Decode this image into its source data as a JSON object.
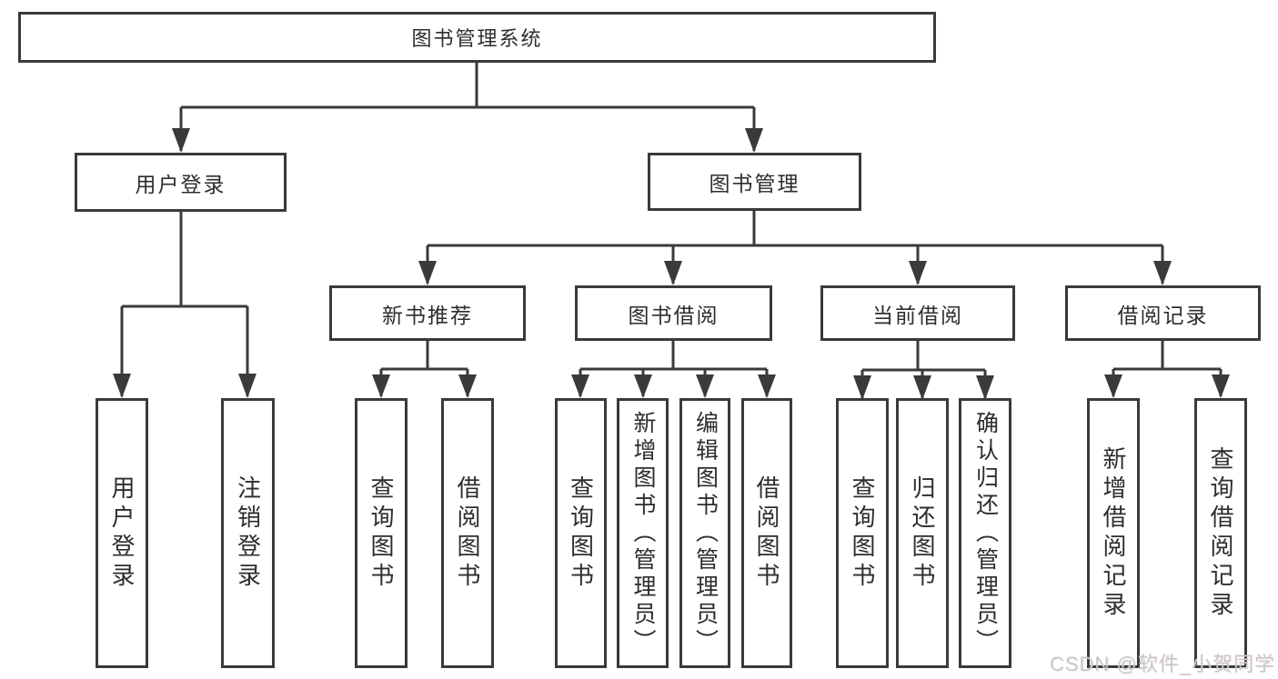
{
  "diagram_type": "hierarchy-tree",
  "tree": {
    "label": "图书管理系统",
    "children": [
      {
        "label": "用户登录",
        "children": [
          {
            "label": "用户登录"
          },
          {
            "label": "注销登录"
          }
        ]
      },
      {
        "label": "图书管理",
        "children": [
          {
            "label": "新书推荐",
            "children": [
              {
                "label": "查询图书"
              },
              {
                "label": "借阅图书"
              }
            ]
          },
          {
            "label": "图书借阅",
            "children": [
              {
                "label": "查询图书"
              },
              {
                "label": "新增图书（管理员）"
              },
              {
                "label": "编辑图书（管理员）"
              },
              {
                "label": "借阅图书"
              }
            ]
          },
          {
            "label": "当前借阅",
            "children": [
              {
                "label": "查询图书"
              },
              {
                "label": "归还图书"
              },
              {
                "label": "确认归还（管理员）"
              }
            ]
          },
          {
            "label": "借阅记录",
            "children": [
              {
                "label": "新增借阅记录"
              },
              {
                "label": "查询借阅记录"
              }
            ]
          }
        ]
      }
    ]
  },
  "watermark": {
    "text": "CSDN @软件_小贺同学"
  },
  "colors": {
    "line": "#3a3a3a",
    "box_fill": "#ffffff",
    "text": "#2d2d2d",
    "watermark": "#c8c8c8",
    "background": "#ffffff"
  }
}
